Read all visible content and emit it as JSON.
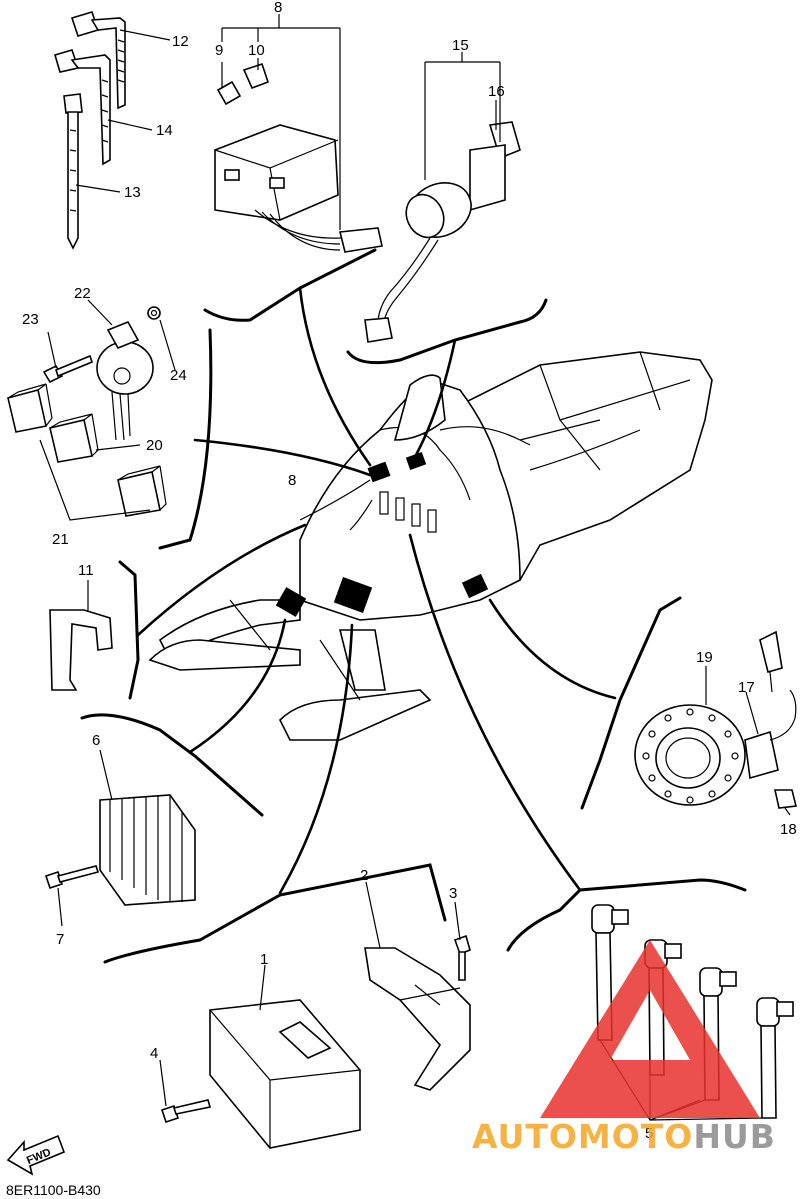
{
  "diagram": {
    "drawing_code": "8ER1100-B430",
    "direction_label": "FWD",
    "watermark": {
      "part1": "AUTO",
      "part2": "MOTO",
      "part3": "HUB",
      "color_part1": "#f5a623",
      "color_part2": "#f5a623",
      "color_part3": "#8a8a8a",
      "triangle_color": "#e8322d"
    },
    "callouts": {
      "c1": "1",
      "c2": "2",
      "c3": "3",
      "c4": "4",
      "c5": "5",
      "c6": "6",
      "c7": "7",
      "c8a": "8",
      "c8b": "8",
      "c9": "9",
      "c10": "10",
      "c11": "11",
      "c12": "12",
      "c13": "13",
      "c14": "14",
      "c15": "15",
      "c16": "16",
      "c17": "17",
      "c18": "18",
      "c19": "19",
      "c20": "20",
      "c21": "21",
      "c22": "22",
      "c23": "23",
      "c24": "24"
    }
  }
}
